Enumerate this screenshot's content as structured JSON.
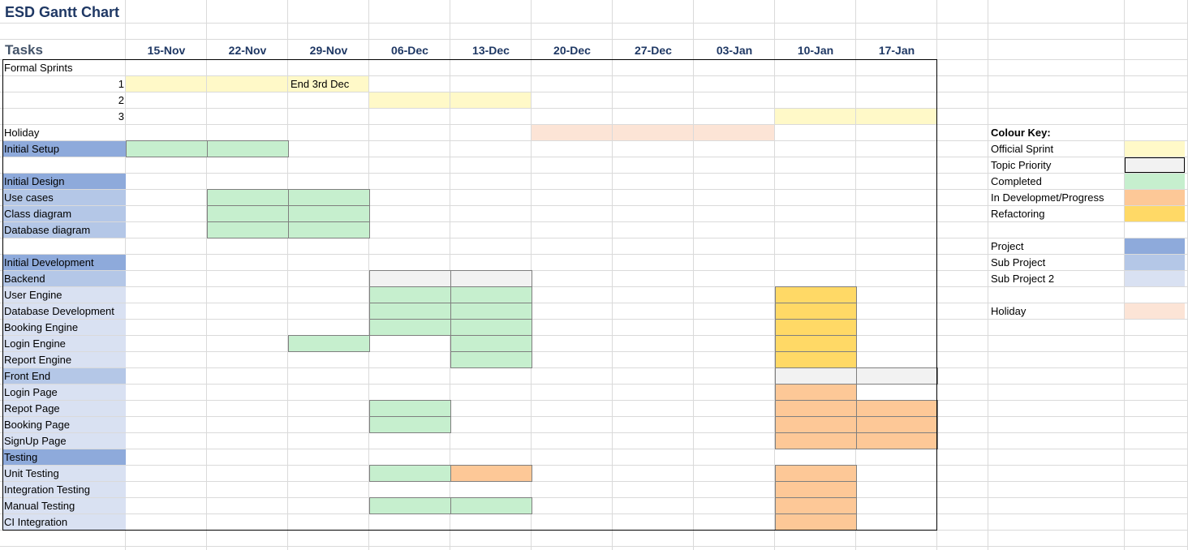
{
  "title": "ESD Gantt Chart",
  "tasks_header": "Tasks",
  "colors": {
    "official_sprint": "#fff9c8",
    "topic_priority": "#f2f2f2",
    "completed": "#c6efce",
    "in_progress": "#fdc897",
    "refactoring": "#ffd966",
    "project": "#8eaadb",
    "sub_project": "#b4c7e7",
    "sub_project_2": "#d9e1f2",
    "holiday": "#fce4d6"
  },
  "chart_data": {
    "type": "table",
    "weeks": [
      "15-Nov",
      "22-Nov",
      "29-Nov",
      "06-Dec",
      "13-Dec",
      "20-Dec",
      "27-Dec",
      "03-Jan",
      "10-Jan",
      "17-Jan"
    ],
    "rows": [
      {
        "label": "Formal Sprints",
        "level": "none",
        "bars": []
      },
      {
        "label": "1",
        "level": "num",
        "bars": [
          {
            "week": 0,
            "status": "official_sprint"
          },
          {
            "week": 1,
            "status": "official_sprint"
          },
          {
            "week": 2,
            "status": "official_sprint",
            "text": "End 3rd Dec"
          }
        ]
      },
      {
        "label": "2",
        "level": "num",
        "bars": [
          {
            "week": 3,
            "status": "official_sprint"
          },
          {
            "week": 4,
            "status": "official_sprint"
          }
        ]
      },
      {
        "label": "3",
        "level": "num",
        "bars": [
          {
            "week": 8,
            "status": "official_sprint"
          },
          {
            "week": 9,
            "status": "official_sprint"
          }
        ]
      },
      {
        "label": "Holiday",
        "level": "none",
        "bars": [
          {
            "week": 5,
            "status": "holiday"
          },
          {
            "week": 6,
            "status": "holiday"
          },
          {
            "week": 7,
            "status": "holiday"
          }
        ]
      },
      {
        "label": "Initial Setup",
        "level": "project",
        "bars": [
          {
            "week": 0,
            "status": "completed"
          },
          {
            "week": 1,
            "status": "completed"
          }
        ]
      },
      {
        "label": "",
        "level": "none",
        "bars": []
      },
      {
        "label": "Initial Design",
        "level": "project",
        "bars": []
      },
      {
        "label": "Use cases",
        "level": "sub_project",
        "bars": [
          {
            "week": 1,
            "status": "completed"
          },
          {
            "week": 2,
            "status": "completed"
          }
        ]
      },
      {
        "label": "Class diagram",
        "level": "sub_project",
        "bars": [
          {
            "week": 1,
            "status": "completed"
          },
          {
            "week": 2,
            "status": "completed"
          }
        ]
      },
      {
        "label": "Database diagram",
        "level": "sub_project",
        "bars": [
          {
            "week": 1,
            "status": "completed"
          },
          {
            "week": 2,
            "status": "completed"
          }
        ]
      },
      {
        "label": "",
        "level": "none",
        "bars": []
      },
      {
        "label": "Initial Development",
        "level": "project",
        "bars": []
      },
      {
        "label": "Backend",
        "level": "sub_project",
        "bars": [
          {
            "week": 3,
            "status": "topic_priority"
          },
          {
            "week": 4,
            "status": "topic_priority"
          }
        ]
      },
      {
        "label": "User Engine",
        "level": "sub_project_2",
        "bars": [
          {
            "week": 3,
            "status": "completed"
          },
          {
            "week": 4,
            "status": "completed"
          },
          {
            "week": 8,
            "status": "refactoring"
          }
        ]
      },
      {
        "label": "Database Development",
        "level": "sub_project_2",
        "bars": [
          {
            "week": 3,
            "status": "completed"
          },
          {
            "week": 4,
            "status": "completed"
          },
          {
            "week": 8,
            "status": "refactoring"
          }
        ]
      },
      {
        "label": "Booking Engine",
        "level": "sub_project_2",
        "bars": [
          {
            "week": 3,
            "status": "completed"
          },
          {
            "week": 4,
            "status": "completed"
          },
          {
            "week": 8,
            "status": "refactoring"
          }
        ]
      },
      {
        "label": "Login Engine",
        "level": "sub_project_2",
        "bars": [
          {
            "week": 2,
            "status": "completed"
          },
          {
            "week": 4,
            "status": "completed"
          },
          {
            "week": 8,
            "status": "refactoring"
          }
        ]
      },
      {
        "label": "Report Engine",
        "level": "sub_project_2",
        "bars": [
          {
            "week": 4,
            "status": "completed"
          },
          {
            "week": 8,
            "status": "refactoring"
          }
        ]
      },
      {
        "label": "Front End",
        "level": "sub_project",
        "bars": [
          {
            "week": 8,
            "status": "topic_priority"
          },
          {
            "week": 9,
            "status": "topic_priority"
          }
        ]
      },
      {
        "label": "Login Page",
        "level": "sub_project_2",
        "bars": [
          {
            "week": 8,
            "status": "in_progress"
          }
        ]
      },
      {
        "label": "Repot Page",
        "level": "sub_project_2",
        "bars": [
          {
            "week": 3,
            "status": "completed"
          },
          {
            "week": 8,
            "status": "in_progress"
          },
          {
            "week": 9,
            "status": "in_progress"
          }
        ]
      },
      {
        "label": "Booking Page",
        "level": "sub_project_2",
        "bars": [
          {
            "week": 3,
            "status": "completed"
          },
          {
            "week": 8,
            "status": "in_progress"
          },
          {
            "week": 9,
            "status": "in_progress"
          }
        ]
      },
      {
        "label": "SignUp Page",
        "level": "sub_project_2",
        "bars": [
          {
            "week": 8,
            "status": "in_progress"
          },
          {
            "week": 9,
            "status": "in_progress"
          }
        ]
      },
      {
        "label": "Testing",
        "level": "project",
        "bars": []
      },
      {
        "label": "Unit Testing",
        "level": "sub_project_2",
        "bars": [
          {
            "week": 3,
            "status": "completed"
          },
          {
            "week": 4,
            "status": "in_progress"
          },
          {
            "week": 8,
            "status": "in_progress"
          }
        ]
      },
      {
        "label": "Integration Testing",
        "level": "sub_project_2",
        "bars": [
          {
            "week": 8,
            "status": "in_progress"
          }
        ]
      },
      {
        "label": "Manual Testing",
        "level": "sub_project_2",
        "bars": [
          {
            "week": 3,
            "status": "completed"
          },
          {
            "week": 4,
            "status": "completed"
          },
          {
            "week": 8,
            "status": "in_progress"
          }
        ]
      },
      {
        "label": "CI Integration",
        "level": "sub_project_2",
        "bars": [
          {
            "week": 8,
            "status": "in_progress"
          }
        ]
      }
    ],
    "legend": {
      "title": "Colour Key:",
      "items": [
        {
          "label": "Official Sprint",
          "color_key": "official_sprint"
        },
        {
          "label": "Topic Priority",
          "color_key": "topic_priority"
        },
        {
          "label": "Completed",
          "color_key": "completed"
        },
        {
          "label": "In Developmet/Progress",
          "color_key": "in_progress"
        },
        {
          "label": "Refactoring",
          "color_key": "refactoring"
        },
        {
          "label": "",
          "color_key": ""
        },
        {
          "label": "Project",
          "color_key": "project"
        },
        {
          "label": "Sub Project",
          "color_key": "sub_project"
        },
        {
          "label": "Sub Project 2",
          "color_key": "sub_project_2"
        },
        {
          "label": "",
          "color_key": ""
        },
        {
          "label": "Holiday",
          "color_key": "holiday"
        }
      ]
    }
  }
}
